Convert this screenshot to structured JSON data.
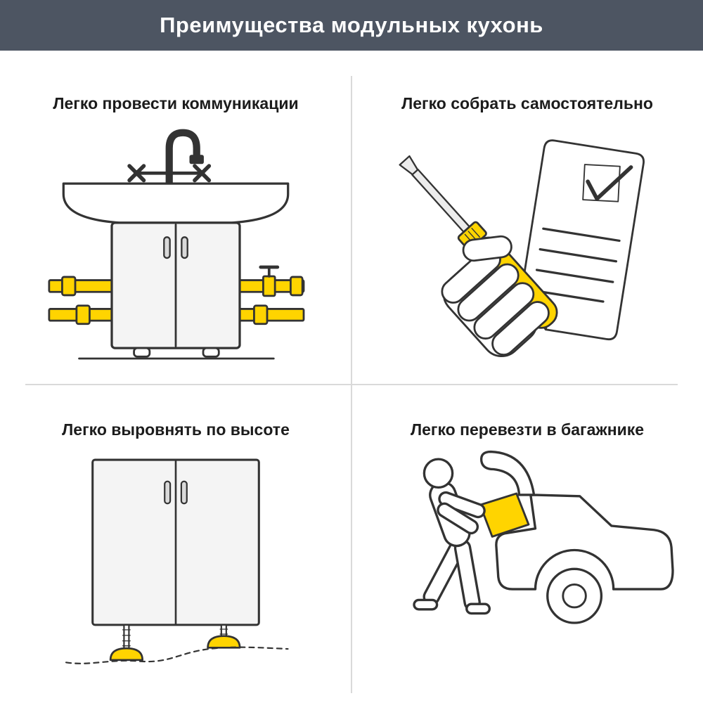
{
  "header": {
    "title": "Преимущества модульных кухонь"
  },
  "panels": {
    "communications": {
      "title": "Легко провести коммуникации",
      "illustration": "sink-cabinet-with-yellow-pipes"
    },
    "assembly": {
      "title": "Легко собрать самостоятельно",
      "illustration": "hand-screwdriver-checklist"
    },
    "leveling": {
      "title": "Легко выровнять по высоте",
      "illustration": "cabinet-adjustable-yellow-feet"
    },
    "transport": {
      "title": "Легко перевезти в багажнике",
      "illustration": "person-loading-yellow-box-into-car-trunk"
    }
  },
  "colors": {
    "header_bg": "#4d5562",
    "accent_yellow": "#FFD400",
    "outline": "#333333",
    "fill_light": "#f4f4f4",
    "divider": "#d9d9d9",
    "text": "#1c1c1c"
  }
}
